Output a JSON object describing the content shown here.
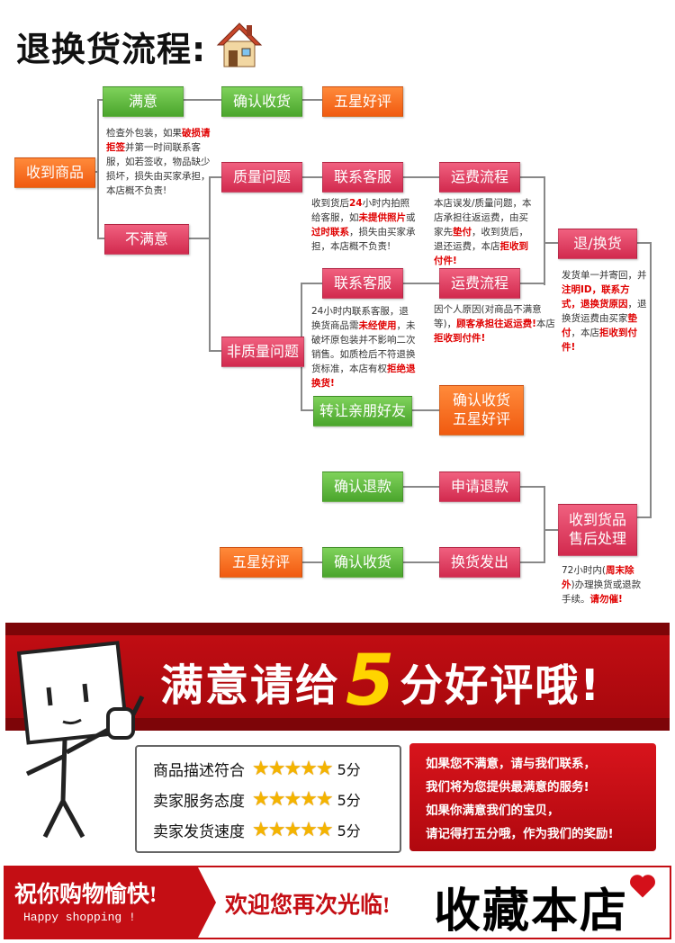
{
  "title": "退换货流程:",
  "icons": {
    "house": "house-icon",
    "hand": "thumbs-up-icon",
    "heart": "heart-icon",
    "star": "star-icon"
  },
  "colors": {
    "green": "#4aa52c",
    "pink": "#d22a4e",
    "orange": "#f05a10",
    "red": "#c40e14"
  },
  "flow": {
    "received": "收到商品",
    "satisfied": "满意",
    "confirm_receipt": "确认收货",
    "five_star": "五星好评",
    "note_check": {
      "p1": "检查外包装，如果",
      "r1": "破损请拒签",
      "p2": "并第一时间联系客服，如若签收，物品缺少损坏，损失由买家承担，本店概不负责!"
    },
    "unsatisfied": "不满意",
    "quality_issue": "质量问题",
    "contact_service_1": "联系客服",
    "freight_flow_1": "运费流程",
    "note_quality": {
      "p1": "收到货后",
      "r1": "24",
      "p2": "小时内拍照给客服，如",
      "r2": "未提供照片",
      "p3": "或",
      "r3": "过时联系",
      "p4": "，损失由买家承担，本店概不负责!"
    },
    "note_freight_1": {
      "p1": "本店误发/质量问题，本店承担往返运费，由买家先",
      "r1": "垫付",
      "p2": "，收到货后，退还运费，本店",
      "r2": "拒收到付件!"
    },
    "return_exchange": "退/换货",
    "note_return": {
      "p1": "发货单一并寄回，并",
      "r1": "注明ID，联系方式，退换货原因",
      "p2": "，退换货运费由买家",
      "r2": "垫付",
      "p3": "，本店",
      "r3": "拒收到付件!"
    },
    "contact_service_2": "联系客服",
    "freight_flow_2": "运费流程",
    "non_quality_issue": "非质量问题",
    "note_nonquality": {
      "p1": "24小时内联系客服，退换货商品需",
      "r1": "未经使用",
      "p2": "，未破坏原包装并不影响二次销售。如质检后不符退换货标准，本店有权",
      "r2": "拒绝退换货!"
    },
    "note_freight_2": {
      "p1": "因个人原因(对商品不满意等)，",
      "r1": "顾客承担往返运费!",
      "p2": "本店",
      "r2": "拒收到付件!"
    },
    "transfer_friend": "转让亲朋好友",
    "confirm_five_line1": "确认收货",
    "confirm_five_line2": "五星好评",
    "confirm_refund": "确认退款",
    "apply_refund": "申请退款",
    "aftersale_line1": "收到货品",
    "aftersale_line2": "售后处理",
    "five_star_2": "五星好评",
    "confirm_receipt_2": "确认收货",
    "exchange_ship": "换货发出",
    "note_aftersale": {
      "p1": "72小时内(",
      "r1": "周末除外",
      "p2": ")办理换货或退款手续。",
      "r2": "请勿催!"
    }
  },
  "banner": {
    "text_a": "满意请给",
    "text_num": "5",
    "text_b": "分好评哦!"
  },
  "ratings": [
    {
      "label": "商品描述符合",
      "stars": 5,
      "score": "5分"
    },
    {
      "label": "卖家服务态度",
      "stars": 5,
      "score": "5分"
    },
    {
      "label": "卖家发货速度",
      "stars": 5,
      "score": "5分"
    }
  ],
  "plea": [
    "如果您不满意，请与我们联系，",
    "我们将为您提供最满意的服务!",
    "如果你满意我们的宝贝，",
    "请记得打五分哦，作为我们的奖励!"
  ],
  "footer": {
    "happy_cn": "祝你购物愉快!",
    "happy_en": "Happy shopping !",
    "welcome": "欢迎您再次光临!",
    "favorite": "收藏本店"
  }
}
